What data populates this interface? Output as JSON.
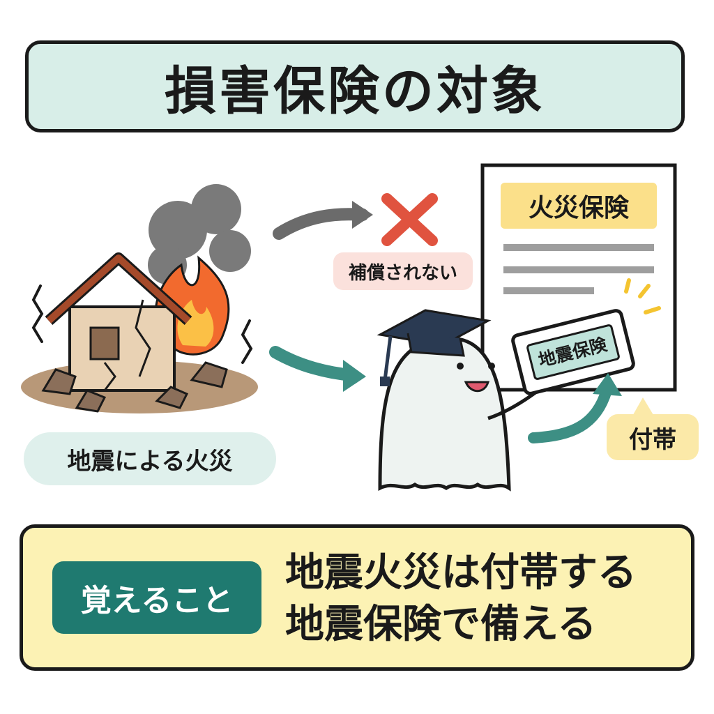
{
  "title": "損害保険の対象",
  "cause_label": "地震による火災",
  "no_compensation_label": "補償されない",
  "document": {
    "title": "火災保険"
  },
  "rider_card_label": "地震保険",
  "attach_label": "付帯",
  "memo": {
    "badge": "覚えること",
    "lines": [
      "地震火災は付帯する",
      "地震保険で備える"
    ]
  },
  "colors": {
    "title_bg": "#d8eee8",
    "memo_bg": "#fcf2b4",
    "badge_bg": "#1f7a70",
    "cross": "#e0533f",
    "arrow_teal": "#3d8f84",
    "arrow_gray": "#6b6b6b"
  },
  "icons": [
    "house-icon",
    "fire-icon",
    "smoke-icon",
    "cross-icon",
    "ghost-mascot-icon",
    "graduation-cap-icon",
    "document-icon",
    "insurance-card-icon"
  ]
}
